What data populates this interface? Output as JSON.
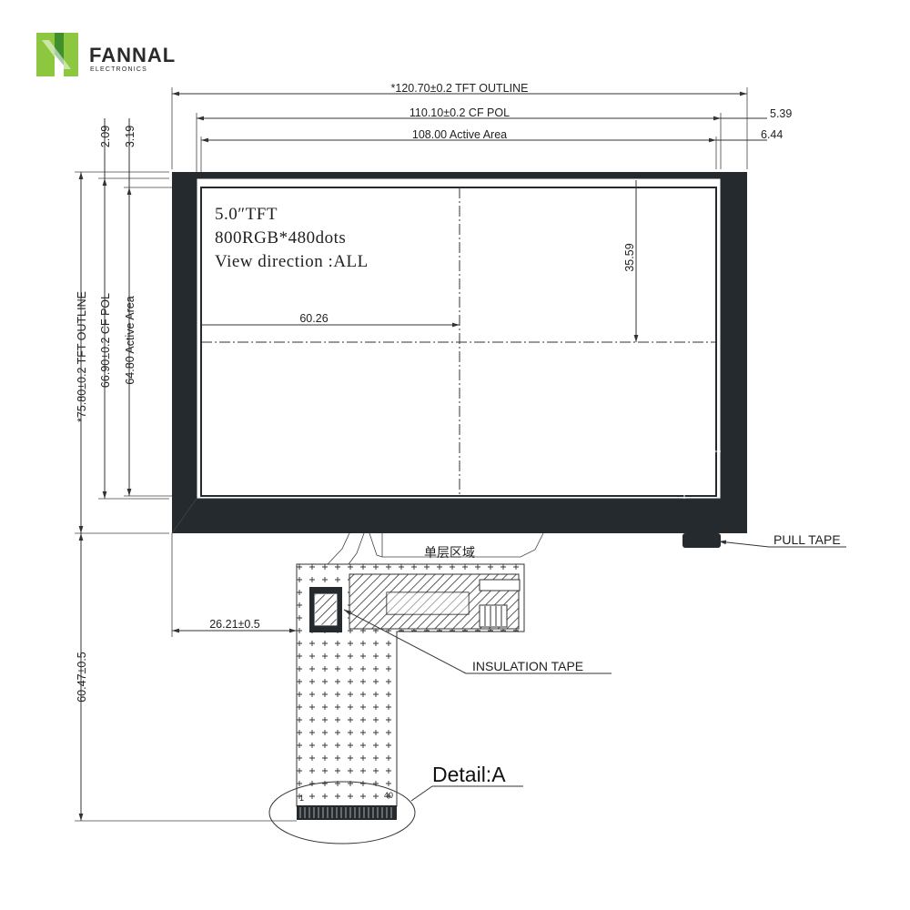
{
  "brand": {
    "name": "FANNAL",
    "subtitle": "ELECTRONICS",
    "colors": {
      "green_light": "#8dc63f",
      "green_dark": "#3f8f2f",
      "text": "#2a2a2a"
    }
  },
  "panel": {
    "line1": "5.0″TFT",
    "line2": "800RGB*480dots",
    "line3": "View direction :ALL",
    "frame_color": "#252a2e"
  },
  "dimensions": {
    "tft_outline_w": "*120.70±0.2 TFT OUTLINE",
    "cf_pol_w": "110.10±0.2 CF POL",
    "active_area_w": "108.00 Active Area",
    "right_offset_outline": "5.39",
    "right_offset_active": "6.44",
    "top_offset_outline": "2.09",
    "top_offset_active": "3.19",
    "tft_outline_h": "*75.80±0.2 TFT OUTLINE",
    "cf_pol_h": "66.90±0.2 CF POL",
    "active_area_h": "64.80 Active Area",
    "center_x": "60.26",
    "center_y": "35.59",
    "fpc_offset": "26.21±0.5",
    "fpc_length": "60.47±0.5"
  },
  "labels": {
    "pull_tape": "PULL TAPE",
    "insulation_tape": "INSULATION TAPE",
    "single_layer": "单层区域",
    "detail": "Detail:A",
    "pin_first": "1",
    "pin_last": "40"
  }
}
